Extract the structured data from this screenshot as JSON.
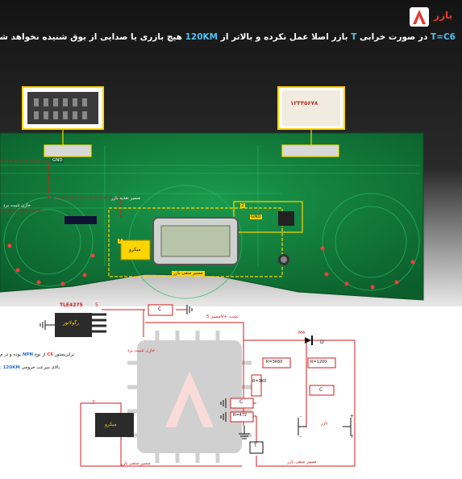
{
  "header": {
    "brand": "بازر",
    "headline_prefix": "T=C6",
    "headline_part1": " در صورت خرابی ",
    "headline_T": "T",
    "headline_part2": " بازر اصلا عمل نکرده و بالاتر از ",
    "headline_speed": "120KM",
    "headline_part3": " هیچ بازری یا صدایی از بوق شنیده نخواهد شد"
  },
  "board": {
    "labels": {
      "gnd_left": "GND",
      "gnd_right": "GND",
      "path_buzzer": "مسیر تغذیه بازر",
      "path_cap": "خازن تثبیت برد",
      "micro": "میکرو",
      "buzzer_path": "مسیر منفی بازر",
      "micro_pin": "7",
      "cap_pin": "2"
    },
    "connector_right_digits": "۱۲۳۴۵۶۷۸"
  },
  "schematic": {
    "regulator_chip": "TLE4275",
    "regulator_pin": "5",
    "regulator_body": "رگولاتور",
    "cap_c_top": "C",
    "stab_cap_label": "خازن تثبیت برد",
    "plus5v": "مسیر 5V+ تست",
    "diode_label": "M4",
    "diode_d": "D",
    "r_a": "R=3K60",
    "r_b": "R=1200",
    "r_c": "R=3K0",
    "cap_c_mid": "C",
    "cap_c_left": "C",
    "r_d": "R=472",
    "c_right": "C",
    "micro_body": "میکرو",
    "micro_pin": "7",
    "micro_path": "مسیر منفی بازر",
    "buzzer_name": "بازر",
    "buzzer_path": "مسیر منفی بازر",
    "transistor_T": "T",
    "minus": "-",
    "plus": "+"
  },
  "notes": {
    "line1_a": "ترانزیستور ",
    "line1_c6": "C6",
    "line1_b": " از نوع ",
    "line1_npn": "NPN",
    "line1_c": " بوده و در م",
    "line2_a": "بالای سرعت خروجی ",
    "line2_speed": "120KM",
    "line2_b": " : "
  },
  "colors": {
    "pcb": "#0f7a3a",
    "highlight": "#ffd400",
    "accent_red": "#e23b2e",
    "accent_blue": "#4fc3f7",
    "wire_red": "#d21b1b"
  }
}
